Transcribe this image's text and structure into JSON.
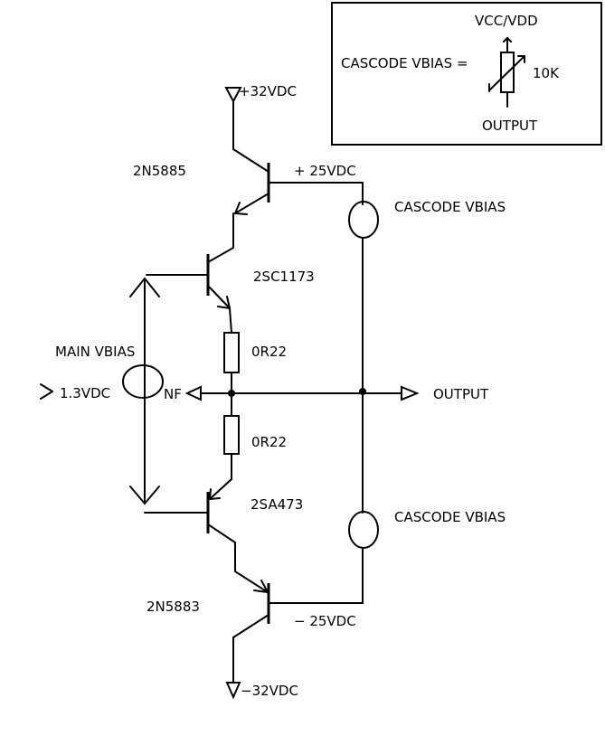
{
  "legend": {
    "vcc_label": "VCC/VDD",
    "equation_label": "CASCODE VBIAS  =",
    "pot_value": "10K",
    "output_label": "OUTPUT"
  },
  "rails": {
    "pos_supply": "+32VDC",
    "pos_cascode": "+ 25VDC",
    "neg_cascode": "− 25VDC",
    "neg_supply": "−32VDC"
  },
  "transistors": {
    "q_top_outer": "2N5885",
    "q_top_inner": "2SC1173",
    "q_bot_inner": "2SA473",
    "q_bot_outer": "2N5883"
  },
  "resistors": {
    "r_top": "0R22",
    "r_bot": "0R22"
  },
  "bias": {
    "main_label": "MAIN VBIAS",
    "cascode_top": "CASCODE VBIAS",
    "cascode_bot": "CASCODE VBIAS"
  },
  "ports": {
    "input_voltage": "1.3VDC",
    "nf": "NF",
    "output": "OUTPUT"
  }
}
